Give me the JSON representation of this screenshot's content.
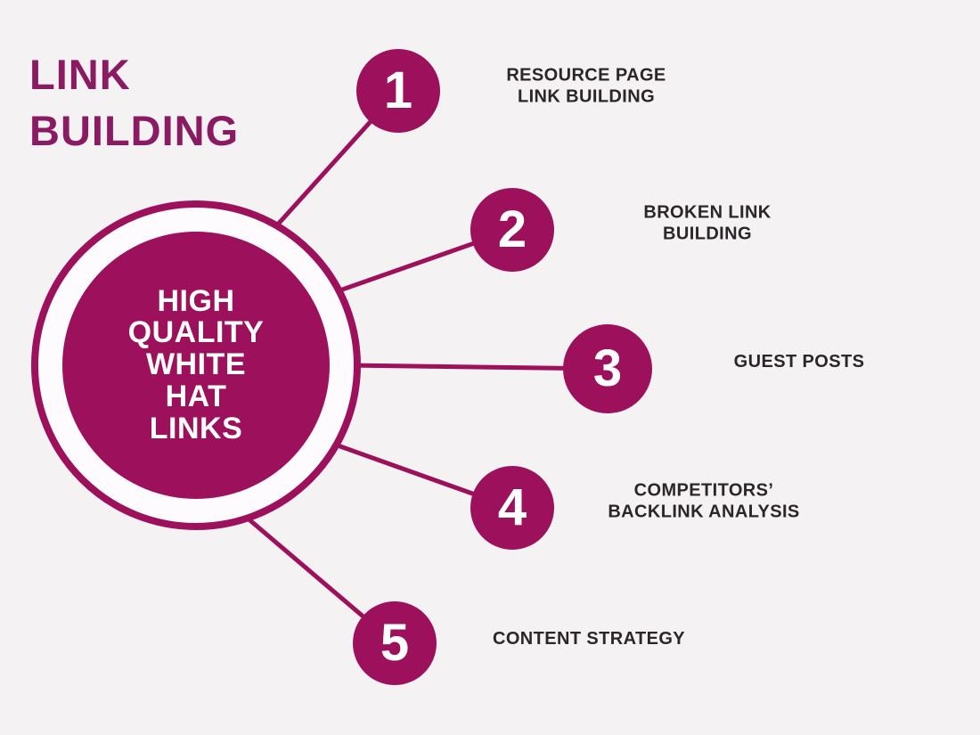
{
  "title": "LINK\nBUILDING",
  "center_label": "HIGH\nQUALITY\nWHITE\nHAT\nLINKS",
  "items": [
    {
      "number": "1",
      "label": "RESOURCE PAGE\nLINK BUILDING"
    },
    {
      "number": "2",
      "label": "BROKEN LINK\nBUILDING"
    },
    {
      "number": "3",
      "label": "GUEST POSTS"
    },
    {
      "number": "4",
      "label": "COMPETITORS’\nBACKLINK ANALYSIS"
    },
    {
      "number": "5",
      "label": "CONTENT STRATEGY"
    }
  ],
  "colors": {
    "accent": "#9D105C",
    "title": "#8A1B62",
    "background": "#F5F2F4",
    "label-text": "#2B2629",
    "circle-text": "#FFFFFF",
    "ring-fill": "#FDFBFD"
  }
}
